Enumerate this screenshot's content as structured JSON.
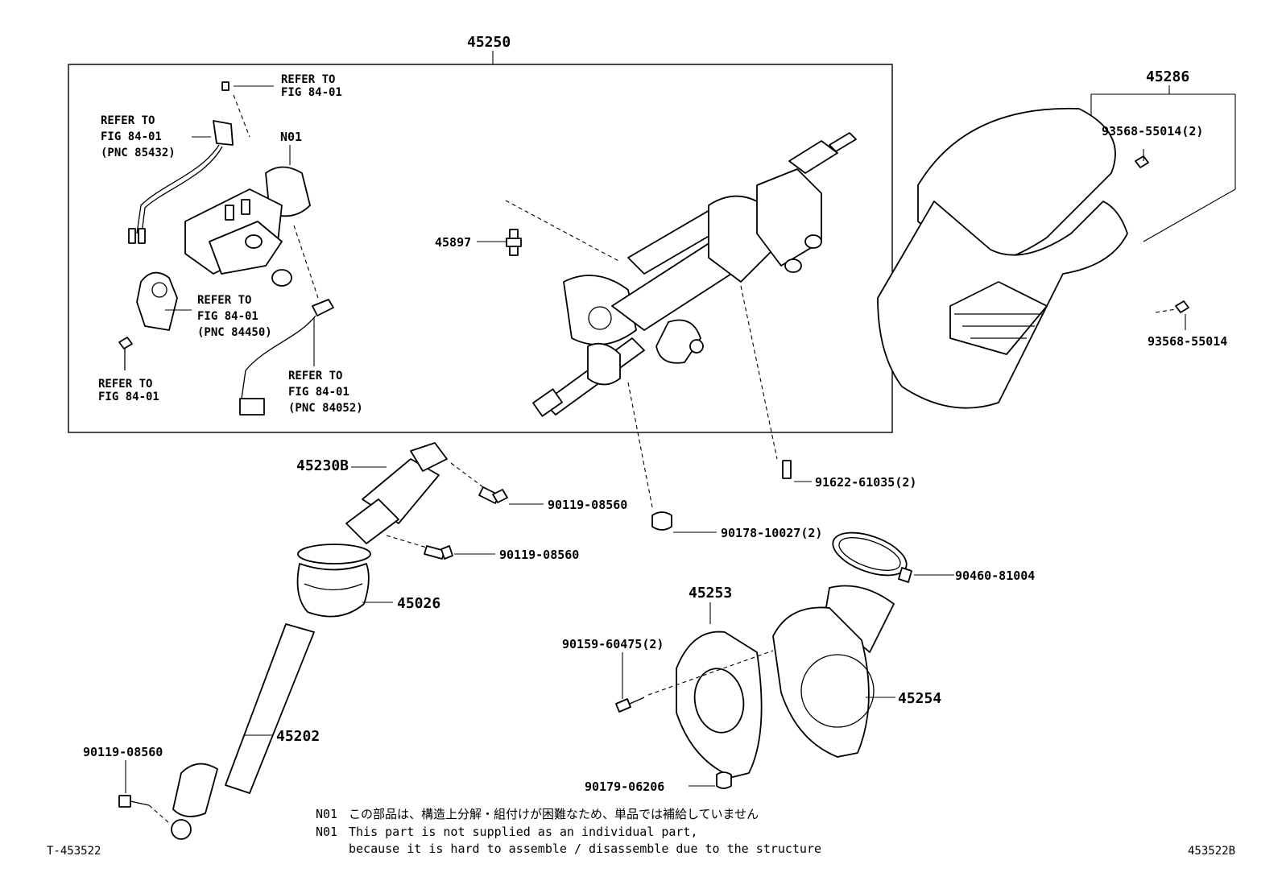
{
  "assembly": {
    "column": "45250",
    "cover": "45286"
  },
  "labels": {
    "refer_top": [
      "REFER TO",
      "FIG 84-01"
    ],
    "refer_85432": [
      "REFER TO",
      "FIG 84-01",
      "(PNC 85432)"
    ],
    "refer_84450": [
      "REFER TO",
      "FIG 84-01",
      "(PNC 84450)"
    ],
    "refer_84052": [
      "REFER TO",
      "FIG 84-01",
      "(PNC 84052)"
    ],
    "refer_bolt": [
      "REFER TO",
      "FIG 84-01"
    ],
    "n01": "N01",
    "p45897": "45897",
    "p93568_2": "93568-55014(2)",
    "p93568": "93568-55014",
    "p91622": "91622-61035(2)",
    "p45230b": "45230B",
    "p90119_a": "90119-08560",
    "p90119_b": "90119-08560",
    "p90178": "90178-10027(2)",
    "p90460": "90460-81004",
    "p45026": "45026",
    "p45253": "45253",
    "p90159": "90159-60475(2)",
    "p45254": "45254",
    "p45202": "45202",
    "p90119_c": "90119-08560",
    "p90179": "90179-06206"
  },
  "notes": {
    "jp_prefix": "N01",
    "jp_text": "この部品は、構造上分解・組付けが困難なため、単品では補給していません",
    "en_prefix": "N01",
    "en_line1": "This part is not supplied as an individual part,",
    "en_line2": "because it is hard to assemble / disassemble due to the structure"
  },
  "footer": {
    "left": "T-453522",
    "right": "453522B"
  }
}
